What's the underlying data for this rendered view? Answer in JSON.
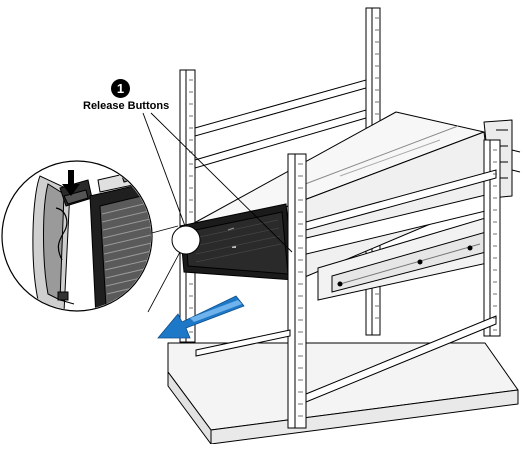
{
  "callout": {
    "number": "1",
    "label": "Release Buttons"
  },
  "icons": {
    "callout_marker": "numbered-circle",
    "pull_direction": "arrow",
    "press_direction": "down-arrow"
  },
  "colors": {
    "line": "#000000",
    "pull_arrow": "#1e78c8",
    "background": "#ffffff"
  }
}
